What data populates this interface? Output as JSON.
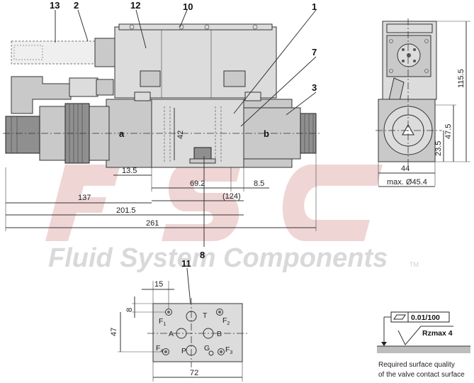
{
  "watermark": {
    "company": "Fluid System Components",
    "trademark": "TM"
  },
  "callouts": [
    "13",
    "2",
    "12",
    "10",
    "1",
    "7",
    "3",
    "8",
    "11"
  ],
  "side_view": {
    "solenoid_labels": [
      "a",
      "b"
    ],
    "dimensions": [
      "42",
      "13.5",
      "69.2",
      "8.5",
      "(124)",
      "137",
      "201.5",
      "261"
    ]
  },
  "end_view": {
    "dimensions": [
      "115.5",
      "47.5",
      "23.5",
      "44",
      "max. Ø45.4"
    ]
  },
  "port_pattern": {
    "dimensions": [
      "15",
      "8",
      "47",
      "72"
    ],
    "ports": [
      {
        "main": "F",
        "sub": "1"
      },
      {
        "main": "T",
        "sub": ""
      },
      {
        "main": "F",
        "sub": "2"
      },
      {
        "main": "A",
        "sub": ""
      },
      {
        "main": "B",
        "sub": ""
      },
      {
        "main": "F",
        "sub": "4"
      },
      {
        "main": "P",
        "sub": ""
      },
      {
        "main": "G",
        "sub": ""
      },
      {
        "main": "F",
        "sub": "3"
      }
    ]
  },
  "surface_spec": {
    "flatness": "0.01/100",
    "roughness": "Rzmax 4",
    "caption_line1": "Required surface quality",
    "caption_line2": "of the valve contact surface"
  }
}
